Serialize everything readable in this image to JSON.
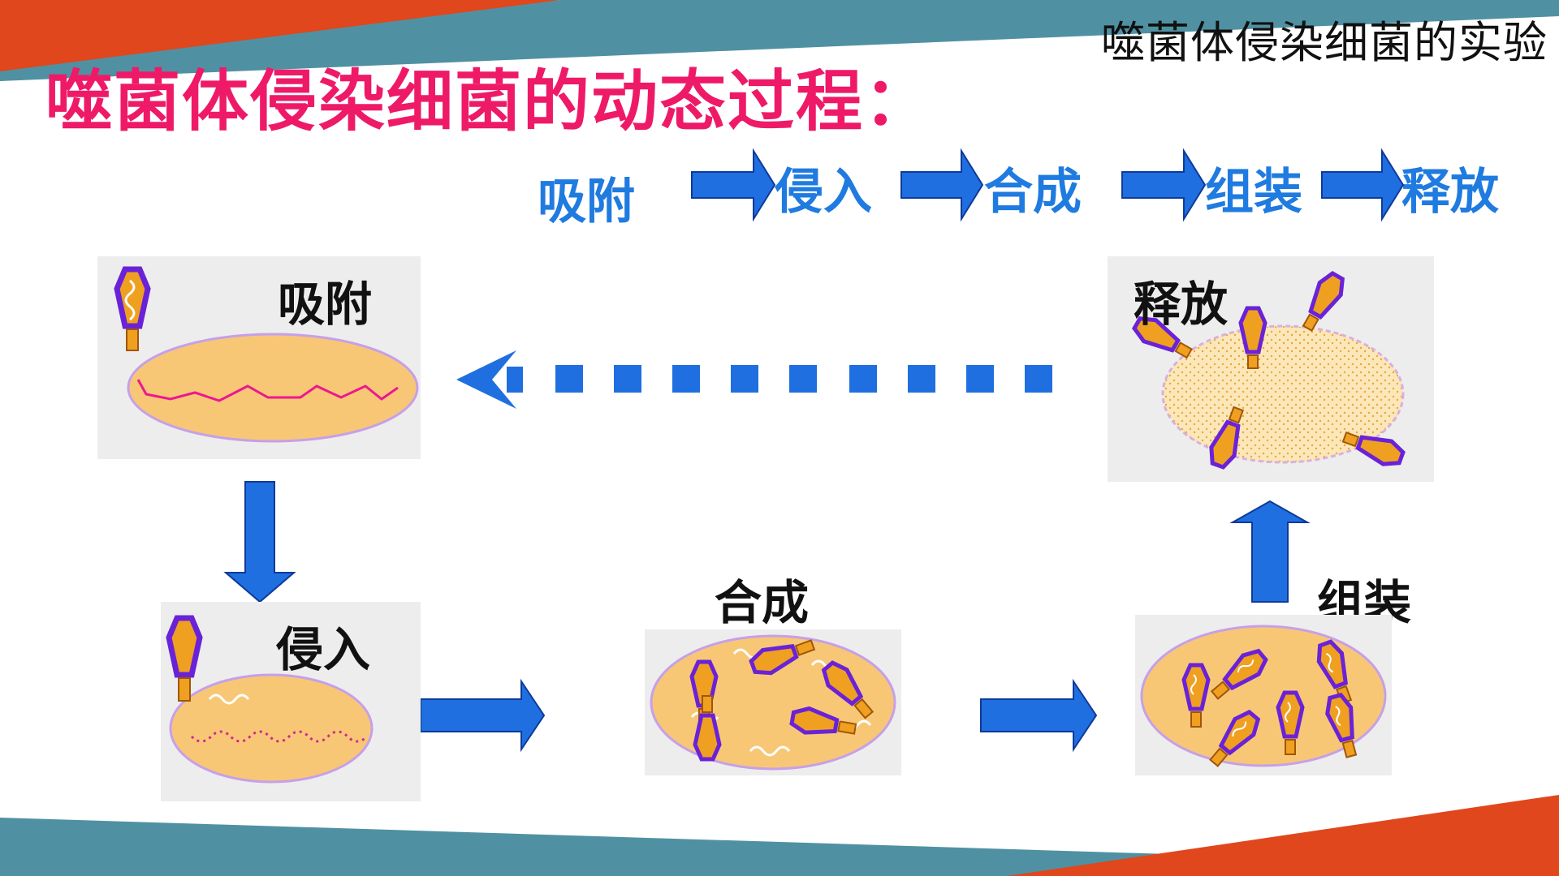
{
  "slide": {
    "corner_title": "噬菌体侵染细菌的实验",
    "title": "噬菌体侵染细菌的动态过程："
  },
  "flow": {
    "steps": [
      "吸附",
      "侵入",
      "合成",
      "组装",
      "释放"
    ]
  },
  "panels": {
    "adsorption": "吸附",
    "injection": "侵入",
    "synthesis": "合成",
    "assembly": "组装",
    "release": "释放"
  },
  "colors": {
    "title": "#ee1a68",
    "step_text": "#1f7be0",
    "arrow": "#1f6fe0",
    "cell": "#f8c776",
    "phage_outline": "#6a22d8",
    "phage_fill": "#f0a020",
    "deco_orange": "#e0471c",
    "deco_teal": "#4f91a3"
  }
}
